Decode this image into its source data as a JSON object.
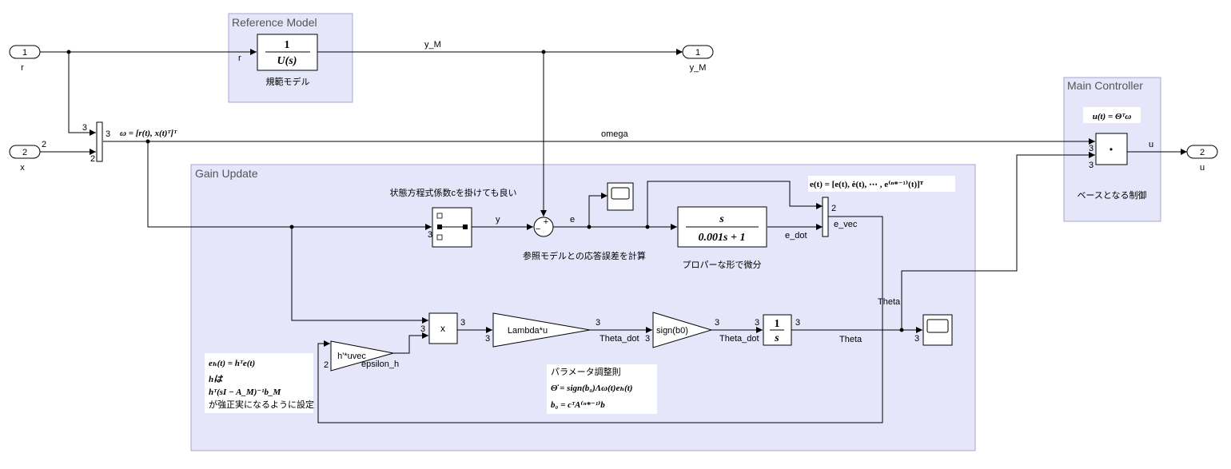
{
  "areas": {
    "reference_model": "Reference Model",
    "gain_update": "Gain Update",
    "main_controller": "Main Controller"
  },
  "ports": {
    "in_r": {
      "number": "1",
      "label": "r"
    },
    "in_x": {
      "number": "2",
      "label": "x"
    },
    "out_yM": {
      "number": "1",
      "label": "y_M"
    },
    "out_u": {
      "number": "2",
      "label": "u"
    }
  },
  "blocks": {
    "reference_tf": {
      "numerator": "1",
      "denominator": "U(s)",
      "caption": "規範モデル"
    },
    "filter_tf": {
      "numerator": "s",
      "denominator": "0.001s + 1",
      "caption": "プロパーな形で微分"
    },
    "integrator": {
      "numerator": "1",
      "denominator": "s"
    },
    "product_x": "x",
    "lambda_gain": "Lambda*u",
    "sign_gain": "sign(b0)",
    "huvec_gain": "h'*uvec",
    "sum_sign": "−",
    "sum_sign_plus": "+",
    "state_space_note": "状態方程式係数cを掛けても良い",
    "error_caption": "参照モデルとの応答誤差を計算",
    "controller_dot": "•",
    "controller_caption": "ベースとなる制御"
  },
  "signals": {
    "r": "r",
    "y_M": "y_M",
    "omega": "omega",
    "y": "y",
    "e": "e",
    "e_dot": "e_dot",
    "e_vec": "e_vec",
    "Theta": "Theta",
    "Theta_right": "Theta",
    "Theta_dot1": "Theta_dot",
    "Theta_dot2": "Theta_dot",
    "epsilon_h": "epsilon_h",
    "u": "u"
  },
  "dims": {
    "x_in": "2",
    "mux_in_top": "3",
    "mux_in_bottom": "2",
    "mux_out": "3",
    "ctrl_in1": "3",
    "ctrl_in2": "3",
    "ss_in": "3",
    "prod_out": "3",
    "prod_in": "3",
    "lam_in": "3",
    "lam_out": "3",
    "sign_in": "3",
    "sign_out": "3",
    "int_in": "3",
    "int_out": "3",
    "scope_in": "3",
    "huvec_in": "2",
    "evec_in": "2"
  },
  "equations": {
    "omega_def": "ω = [r(t), x(t)ᵀ]ᵀ",
    "control_law": "u(t) = Θᵀω",
    "evec_def": "e(t) = [e(t), ė(t), ⋯ , e⁽ⁿ*⁻¹⁾(t)]ᵀ",
    "eh_def": "eₕ(t) = hᵀe(t)",
    "h_line1": "hは",
    "h_line2": "hᵀ(sI − A_M)⁻¹b_M",
    "h_line3": "が強正実になるように設定",
    "law_title": "パラメータ調整則",
    "law_eq1": "Θ̇ = sign(b₀)Λω(t)eₕ(t)",
    "law_eq2": "b₀ = cᵀA⁽ⁿ*⁻¹⁾b"
  },
  "colors": {
    "area_fill": "#e6e6fa",
    "area_border": "#a6a6d2",
    "wire": "#000000"
  }
}
